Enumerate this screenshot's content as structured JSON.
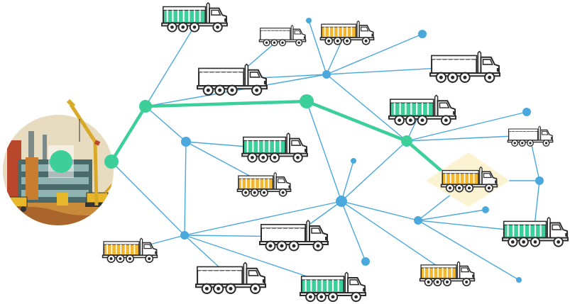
{
  "colors": {
    "green": "#3ccf9a",
    "blue": "#4aa8dc",
    "yellow": "#f2b72e",
    "truck_outline": "#2b2b2b",
    "highlight": "#fbf3d2"
  },
  "nodes": [
    {
      "id": "hub-site",
      "kind": "hub"
    },
    {
      "id": "n1",
      "kind": "green-node"
    },
    {
      "id": "n2",
      "kind": "green-node"
    },
    {
      "id": "n3",
      "kind": "green-node"
    },
    {
      "id": "n4",
      "kind": "green-node"
    },
    {
      "id": "b1",
      "kind": "blue-node"
    },
    {
      "id": "b2",
      "kind": "blue-node"
    },
    {
      "id": "b3",
      "kind": "blue-node"
    },
    {
      "id": "b4",
      "kind": "blue-node"
    },
    {
      "id": "b5",
      "kind": "blue-node"
    },
    {
      "id": "b6",
      "kind": "blue-node"
    },
    {
      "id": "b7",
      "kind": "blue-node"
    }
  ],
  "trucks": [
    {
      "id": "t01",
      "body": "green"
    },
    {
      "id": "t02",
      "body": "white"
    },
    {
      "id": "t03",
      "body": "yellow"
    },
    {
      "id": "t04",
      "body": "white"
    },
    {
      "id": "t05",
      "body": "white"
    },
    {
      "id": "t06",
      "body": "green"
    },
    {
      "id": "t07",
      "body": "green"
    },
    {
      "id": "t08",
      "body": "white"
    },
    {
      "id": "t09",
      "body": "yellow"
    },
    {
      "id": "t10",
      "body": "yellow",
      "highlighted": true
    },
    {
      "id": "t11",
      "body": "green"
    },
    {
      "id": "t12",
      "body": "yellow"
    },
    {
      "id": "t13",
      "body": "white"
    },
    {
      "id": "t14",
      "body": "white"
    },
    {
      "id": "t15",
      "body": "green"
    },
    {
      "id": "t16",
      "body": "yellow"
    }
  ],
  "illustration": {
    "subject": "construction-site-with-crane-and-excavators"
  }
}
